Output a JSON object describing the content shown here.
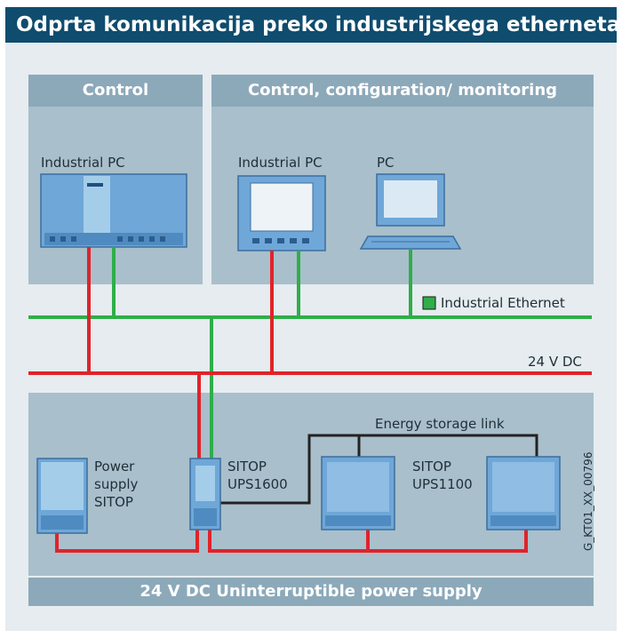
{
  "title": "Odprta komunikacija preko industrijskega etherneta",
  "panels": {
    "control": "Control",
    "monitoring": "Control, configuration/ monitoring"
  },
  "devices": {
    "ipc_left": "Industrial PC",
    "ipc_mid": "Industrial PC",
    "pc": "PC",
    "power_supply": [
      "Power",
      "supply",
      "SITOP"
    ],
    "ups1600": [
      "SITOP",
      "UPS1600"
    ],
    "ups1100": [
      "SITOP",
      "UPS1100"
    ]
  },
  "lines": {
    "ethernet": "Industrial Ethernet",
    "dc": "24 V DC",
    "energy_link": "Energy storage link"
  },
  "bottom": "24 V DC Uninterruptible power supply",
  "code": "G_KT01_XX_00796",
  "colors": {
    "title_bg": "#0f4c6e",
    "panel": "#a9bfcb",
    "panel_head": "#8ca9ba",
    "ethernet": "#2fae4a",
    "power": "#e0232a",
    "link": "#222222",
    "device": "#6fa7d8"
  }
}
